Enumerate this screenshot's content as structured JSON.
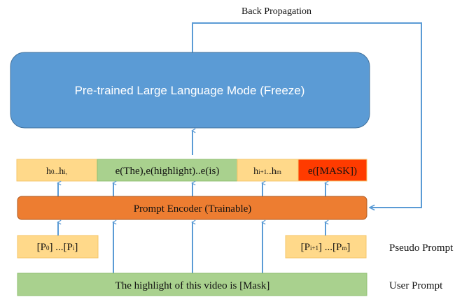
{
  "title": "P-tuning architecture with frozen LLM",
  "colors": {
    "llm_fill": "#5b9bd5",
    "llm_stroke": "#41719c",
    "arrow": "#5b9bd5",
    "token_orange": "#ffd98a",
    "token_green": "#a9d18e",
    "token_red": "#ff3b00",
    "encoder_fill": "#ed7d31",
    "encoder_stroke": "#ae5a21"
  },
  "back_propagation": {
    "label": "Back Propagation"
  },
  "llm": {
    "label": "Pre-trained Large Language Mode (Freeze)"
  },
  "tokens": [
    {
      "id": "h0-hi",
      "base": "h",
      "sub1": "0...",
      "mid": "h",
      "sub2": "i,",
      "color": "token_orange"
    },
    {
      "id": "user-embeddings",
      "text": "e(The),e(highlight)..e(is)",
      "color": "token_green"
    },
    {
      "id": "hi1-hm",
      "base": "h",
      "sub1": "i+1...",
      "mid": "h",
      "sub2": "m",
      "color": "token_orange"
    },
    {
      "id": "mask-embedding",
      "text": "e([MASK])",
      "color": "token_red"
    }
  ],
  "encoder": {
    "label": "Prompt Encoder (Trainable)"
  },
  "pseudo_prompts": [
    {
      "id": "p0-pi",
      "open": "[P",
      "sub1": "0",
      "middle": "] ...[P",
      "sub2": "i",
      "close": "]"
    },
    {
      "id": "pi1-pm",
      "open": "[P",
      "sub1": "i+1",
      "middle": "] ...[P",
      "sub2": "m",
      "close": "]"
    }
  ],
  "user_prompt": {
    "text": "The highlight of this video is [Mask]"
  },
  "side_labels": {
    "pseudo": "Pseudo Prompt",
    "user": "User Prompt"
  }
}
